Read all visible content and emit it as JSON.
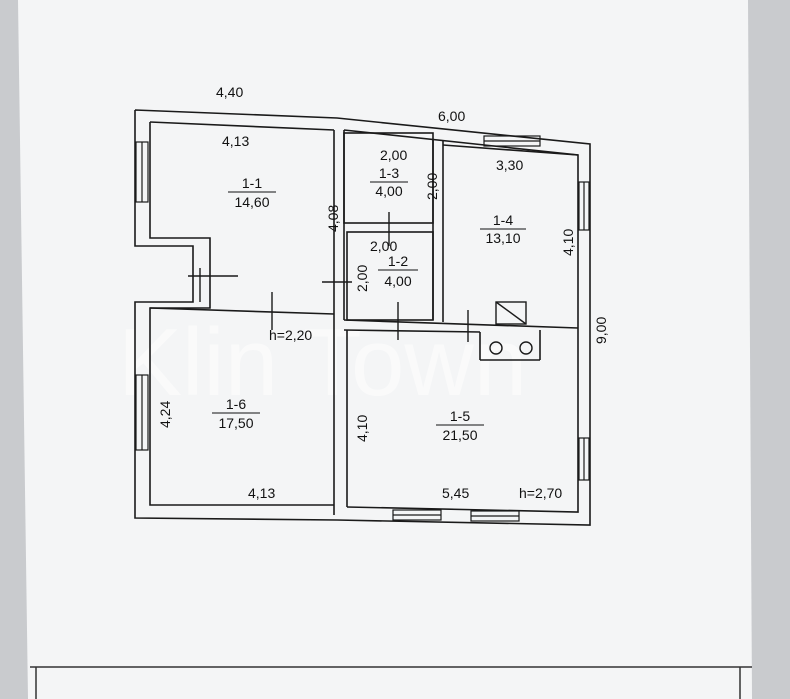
{
  "watermark": "Klin Town",
  "dimensions": {
    "top_left_width": "4,40",
    "top_right_width": "6,00",
    "room_1_1_top": "4,13",
    "room_1_3_top": "2,00",
    "room_1_3_side": "2,00",
    "room_1_4_top": "3,30",
    "room_1_4_side": "4,10",
    "wall_4_08": "4,08",
    "room_1_2_top": "2,00",
    "room_1_2_side": "2,00",
    "height_left": "h=2,20",
    "total_right": "9,00",
    "room_1_6_side": "4,24",
    "room_1_6_bottom": "4,13",
    "room_1_5_side": "4,10",
    "room_1_5_bottom": "5,45",
    "height_right": "h=2,70"
  },
  "rooms": [
    {
      "id": "1-1",
      "area": "14,60"
    },
    {
      "id": "1-3",
      "area": "4,00"
    },
    {
      "id": "1-4",
      "area": "13,10"
    },
    {
      "id": "1-2",
      "area": "4,00"
    },
    {
      "id": "1-6",
      "area": "17,50"
    },
    {
      "id": "1-5",
      "area": "21,50"
    }
  ]
}
